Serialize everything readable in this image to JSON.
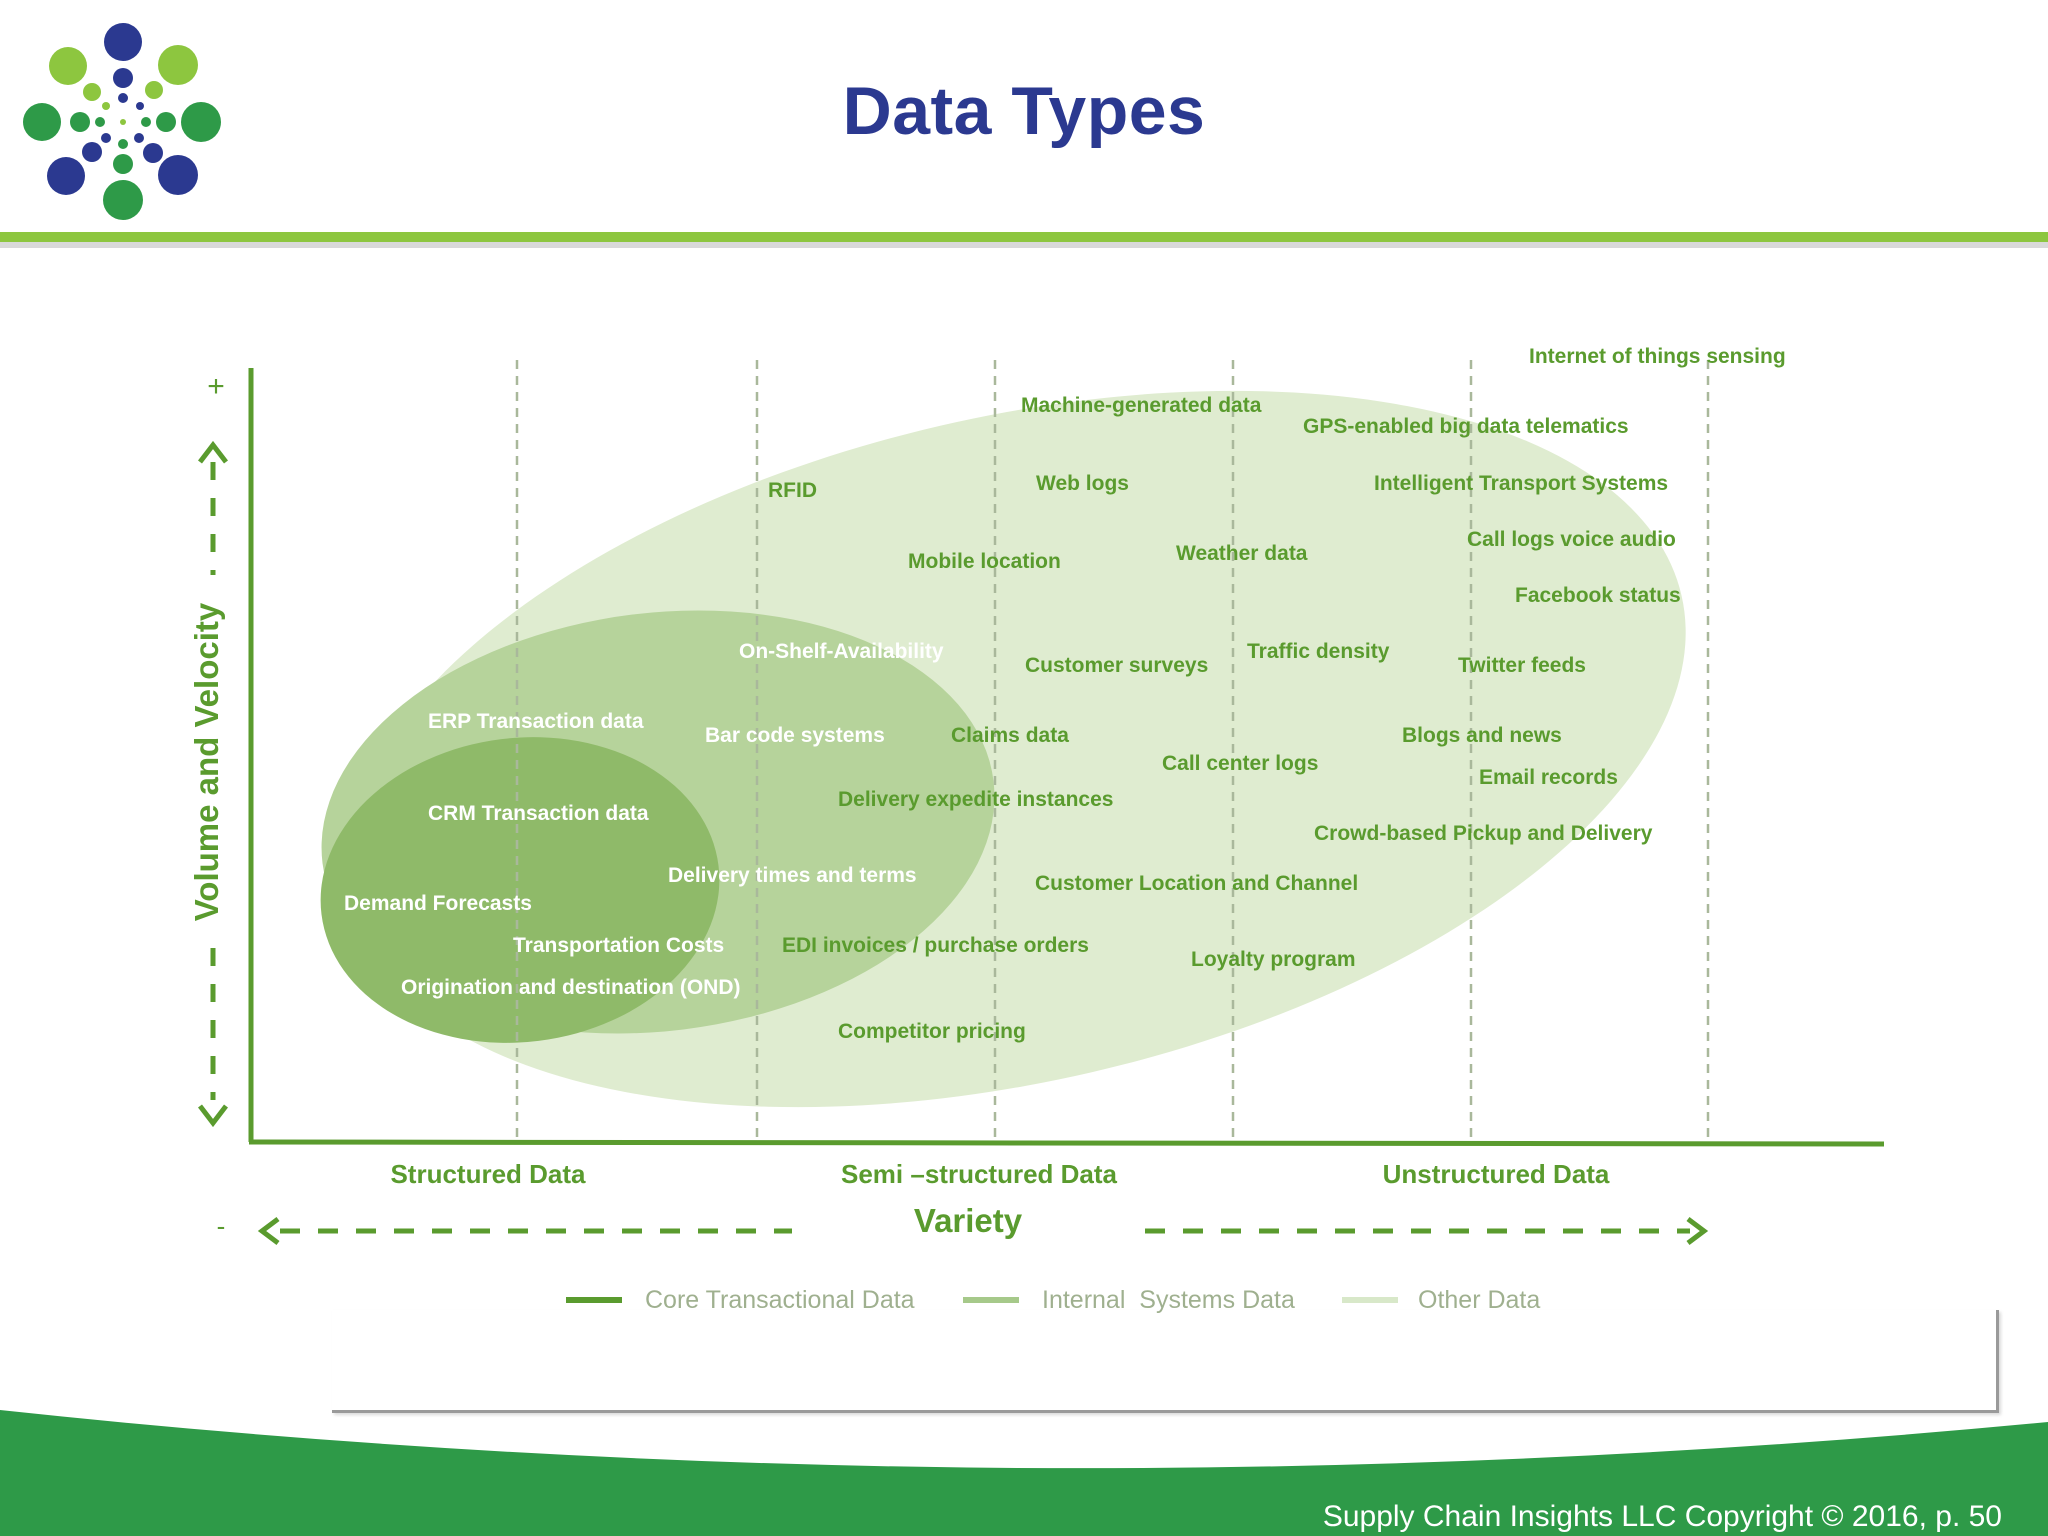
{
  "title": "Data Types",
  "copyright": "Supply Chain Insights LLC Copyright © 2016, p. 50",
  "colors": {
    "title_blue": "#2b3990",
    "accent_green": "#8dc63f",
    "diagram_green": "#5a9b2e",
    "footer_green": "#2e9a48"
  },
  "diagram": {
    "y_axis": {
      "label": "Volume and Velocity",
      "plus": "+"
    },
    "x_axis": {
      "label": "Variety",
      "minus": "-"
    },
    "categories": [
      "Structured Data",
      "Semi –structured Data",
      "Unstructured Data"
    ],
    "legend": [
      "Core Transactional Data",
      "Internal  Systems Data",
      "Other Data"
    ],
    "core_items": [
      "CRM Transaction data",
      "Demand Forecasts",
      "Transportation Costs",
      "Origination and destination (OND)"
    ],
    "internal_items": [
      "ERP Transaction data",
      "On-Shelf-Availability",
      "Bar code systems",
      "Delivery times and terms"
    ],
    "other_items": [
      "Internet of things sensing",
      "Machine-generated data",
      "GPS-enabled big data telematics",
      "RFID",
      "Web logs",
      "Intelligent Transport Systems",
      "Call logs voice audio",
      "Mobile location",
      "Weather data",
      "Facebook status",
      "Traffic density",
      "Customer surveys",
      "Twitter feeds",
      "Claims data",
      "Blogs and news",
      "Call center logs",
      "Email records",
      "Delivery expedite instances",
      "Crowd-based Pickup and Delivery",
      "Customer Location and Channel",
      "EDI invoices / purchase orders",
      "Loyalty program",
      "Competitor pricing"
    ]
  }
}
